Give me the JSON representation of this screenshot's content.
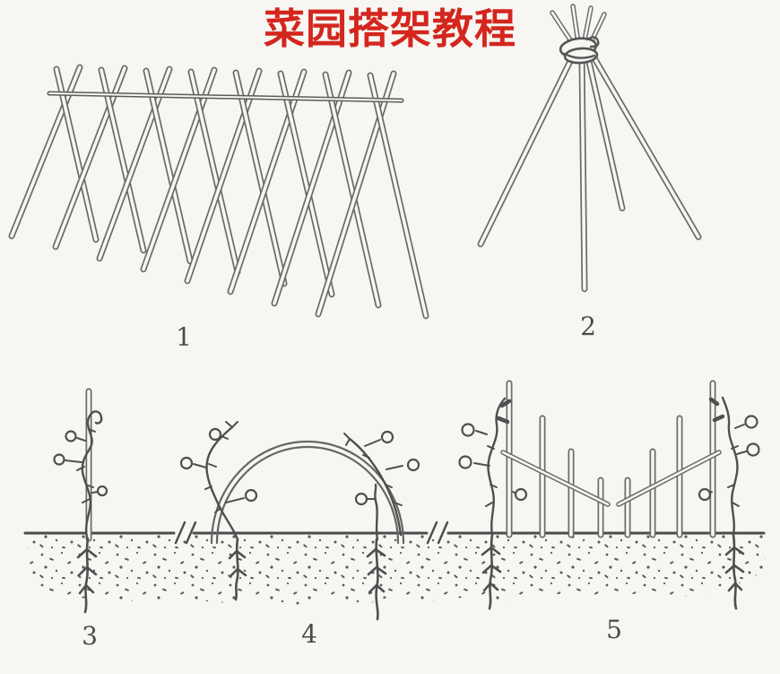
{
  "title": {
    "text": "菜园搭架教程",
    "color": "#d4261e"
  },
  "figures": [
    {
      "label": "1",
      "icon": "a-frame-crossed-pole-trellis-icon"
    },
    {
      "label": "2",
      "icon": "teepee-pole-trellis-icon"
    },
    {
      "label": "3",
      "icon": "single-stake-plant-icon"
    },
    {
      "label": "4",
      "icon": "arch-hoop-plant-icon"
    },
    {
      "label": "5",
      "icon": "slanted-stake-row-icon"
    }
  ],
  "ink_color": "#5f5f5f",
  "background_color": "#f7f6f2"
}
